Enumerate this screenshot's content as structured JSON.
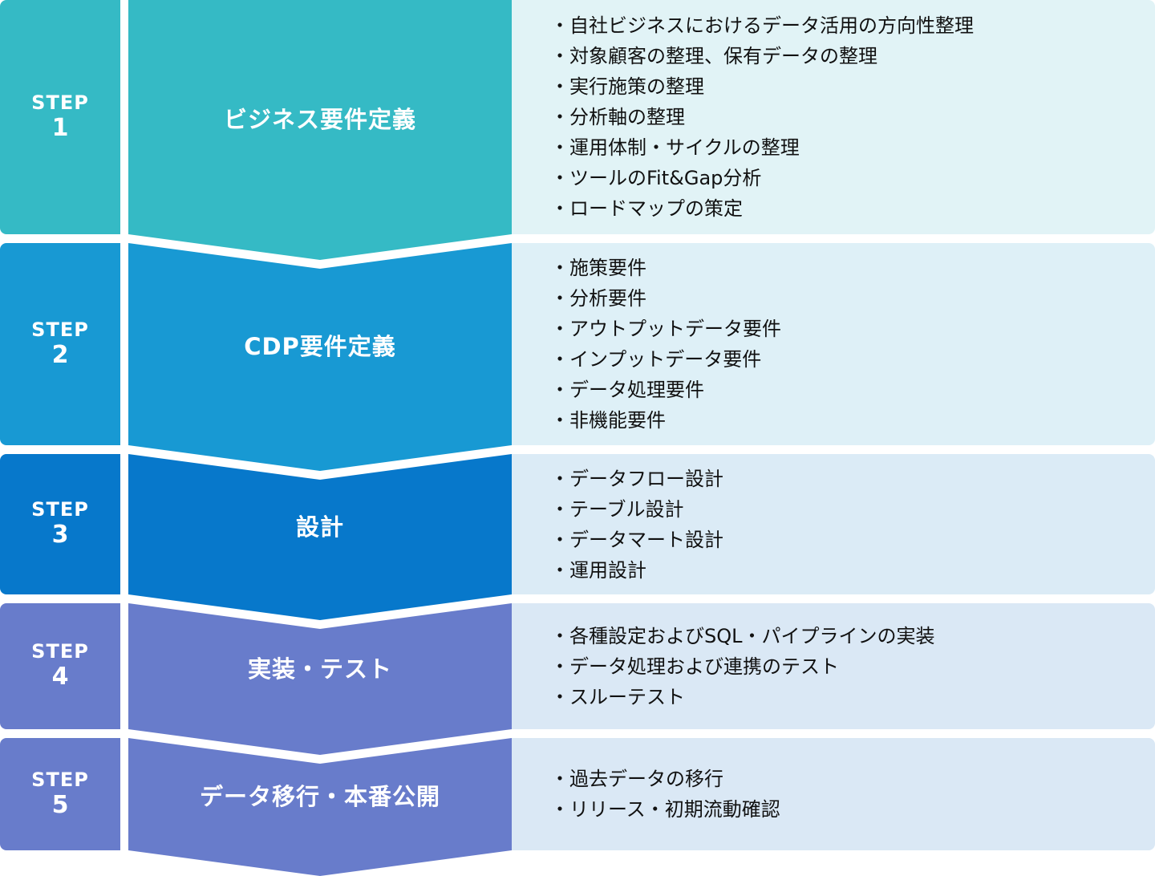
{
  "steps": [
    {
      "label": "STEP",
      "number": "1",
      "title": "ビジネス要件定義",
      "color": "#35bac5",
      "detail_bg": "#e1f3f6",
      "items": [
        "自社ビジネスにおけるデータ活用の方向性整理",
        "対象顧客の整理、保有データの整理",
        "実行施策の整理",
        "分析軸の整理",
        "運用体制・サイクルの整理",
        "ツールのFit&Gap分析",
        "ロードマップの策定"
      ]
    },
    {
      "label": "STEP",
      "number": "2",
      "title": "CDP要件定義",
      "color": "#1899d3",
      "detail_bg": "#def0f7",
      "items": [
        "施策要件",
        "分析要件",
        "アウトプットデータ要件",
        "インプットデータ要件",
        "データ処理要件",
        "非機能要件"
      ]
    },
    {
      "label": "STEP",
      "number": "3",
      "title": "設計",
      "color": "#0778cb",
      "detail_bg": "#dbebf6",
      "items": [
        "データフロー設計",
        "テーブル設計",
        "データマート設計",
        "運用設計"
      ]
    },
    {
      "label": "STEP",
      "number": "4",
      "title": "実装・テスト",
      "color": "#687ccb",
      "detail_bg": "#dae8f5",
      "items": [
        "各種設定およびSQL・パイプラインの実装",
        "データ処理および連携のテスト",
        "スルーテスト"
      ]
    },
    {
      "label": "STEP",
      "number": "5",
      "title": "データ移行・本番公開",
      "color": "#687ccb",
      "detail_bg": "#dae8f5",
      "items": [
        "過去データの移行",
        "リリース・初期流動確認"
      ]
    }
  ]
}
